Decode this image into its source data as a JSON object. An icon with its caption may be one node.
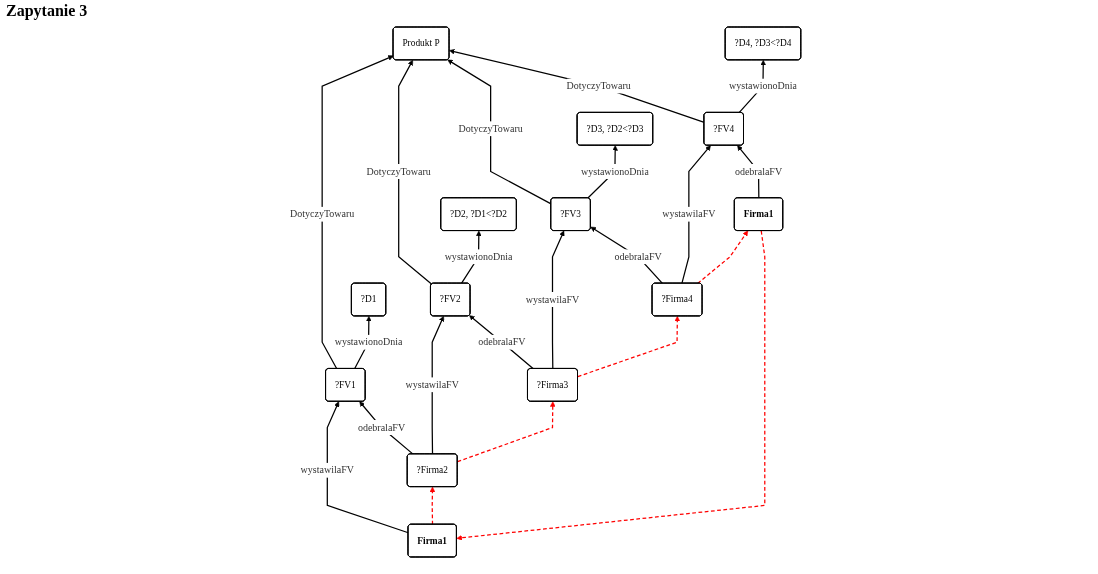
{
  "diagram": {
    "title": "Zapytanie 3",
    "nodes": [
      {
        "text": [
          "Produkt P"
        ]
      },
      {
        "text": [
          "?FV1"
        ]
      },
      {
        "text": [
          "?FV2"
        ]
      },
      {
        "text": [
          "?FV3"
        ]
      },
      {
        "text": [
          "?FV4"
        ]
      },
      {
        "text": [
          "Firma1"
        ]
      },
      {
        "text": [
          "?Firma2"
        ]
      },
      {
        "text": [
          "?Firma3"
        ]
      },
      {
        "text": [
          "?Firma4"
        ]
      },
      {
        "text": [
          "Firma1"
        ]
      },
      {
        "text": [
          "?D1"
        ]
      },
      {
        "text": [
          "?D2, ?D1<?D2"
        ]
      },
      {
        "text": [
          "?D3, ?D2<?D3"
        ]
      },
      {
        "text": [
          "?D4, ?D3<?D4"
        ]
      }
    ],
    "edges": [
      {
        "from": 1,
        "to": 0,
        "arrow": "to",
        "label": "DotyczyTowaru"
      },
      {
        "from": 2,
        "to": 0,
        "arrow": "to",
        "label": "DotyczyTowaru"
      },
      {
        "from": 3,
        "to": 0,
        "arrow": "to",
        "label": "DotyczyTowaru"
      },
      {
        "from": 4,
        "to": 0,
        "arrow": "to",
        "label": "DotyczyTowaru"
      },
      {
        "from": 5,
        "to": 1,
        "arrow": "to",
        "label": "wystawilaFV"
      },
      {
        "from": 6,
        "to": 1,
        "arrow": "to",
        "label": "odebralaFV"
      },
      {
        "from": 6,
        "to": 2,
        "arrow": "to",
        "label": "wystawilaFV"
      },
      {
        "from": 7,
        "to": 2,
        "arrow": "to",
        "label": "odebralaFV"
      },
      {
        "from": 7,
        "to": 3,
        "arrow": "to",
        "label": "wystawilaFV"
      },
      {
        "from": 8,
        "to": 3,
        "arrow": "to",
        "label": "odebralaFV"
      },
      {
        "from": 8,
        "to": 4,
        "arrow": "to",
        "label": "wystawilaFV"
      },
      {
        "from": 9,
        "to": 4,
        "arrow": "to",
        "label": "odebralaFV"
      },
      {
        "from": 1,
        "to": 10,
        "arrow": "to",
        "label": "wystawionoDnia"
      },
      {
        "from": 2,
        "to": 11,
        "arrow": "to",
        "label": "wystawionoDnia"
      },
      {
        "from": 3,
        "to": 12,
        "arrow": "to",
        "label": "wystawionoDnia"
      },
      {
        "from": 4,
        "to": 13,
        "arrow": "to",
        "label": "wystawionoDnia"
      },
      {
        "from": 5,
        "to": 6,
        "arrow": "to",
        "style": "dashed",
        "color": "#ff0000"
      },
      {
        "from": 6,
        "to": 7,
        "arrow": "to",
        "style": "dashed",
        "color": "#ff0000"
      },
      {
        "from": 7,
        "to": 8,
        "arrow": "to",
        "style": "dashed",
        "color": "#ff0000"
      },
      {
        "from": 8,
        "to": 9,
        "arrow": "to",
        "style": "dashed",
        "color": "#ff0000"
      },
      {
        "from": 9,
        "to": 5,
        "arrow": "to",
        "style": "dashed",
        "color": "#ff0000"
      }
    ]
  }
}
